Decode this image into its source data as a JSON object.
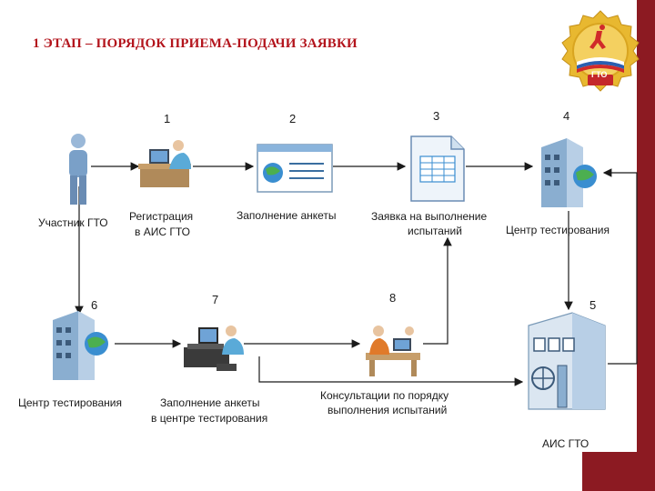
{
  "title": "1 ЭТАП – ПОРЯДОК ПРИЕМА-ПОДАЧИ ЗАЯВКИ",
  "logo": {
    "text": "ГТО",
    "icon": "gto-medal-icon"
  },
  "steps": {
    "s1": "1",
    "s2": "2",
    "s3": "3",
    "s4": "4",
    "s5": "5",
    "s6": "6",
    "s7": "7",
    "s8": "8"
  },
  "labels": {
    "participant": "Участник ГТО",
    "registration_1": "Регистрация",
    "registration_2": "в АИС ГТО",
    "form": "Заполнение анкеты",
    "application_1": "Заявка на выполнение",
    "application_2": "испытаний",
    "testing_center_top": "Центр тестирования",
    "testing_center_bottom": "Центр тестирования",
    "form_center_1": "Заполнение анкеты",
    "form_center_2": "в центре тестирования",
    "consult_1": "Консультации по порядку",
    "consult_2": "выполнения испытаний",
    "ais": "АИС ГТО"
  },
  "colors": {
    "title": "#b3141c",
    "band": "#8c1a22",
    "icon_blue": "#4a90c8",
    "icon_orange": "#e07a2a"
  }
}
